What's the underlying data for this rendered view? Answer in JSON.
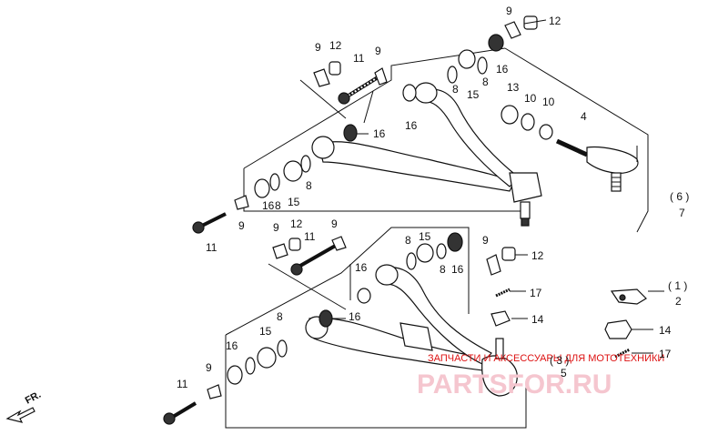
{
  "labels": {
    "l9a": "9",
    "l12a": "12",
    "l9b": "9",
    "l12b": "12",
    "l11a": "11",
    "l9c": "9",
    "l8a": "8",
    "l8b": "8",
    "l16a": "16",
    "l15a": "15",
    "l16b": "16",
    "l16c": "16",
    "l13": "13",
    "l10a": "10",
    "l10b": "10",
    "l4": "4",
    "l6": "( 6 )",
    "l7": "7",
    "l16d": "16",
    "l8c": "8",
    "l15b": "15",
    "l8d": "8",
    "l9d": "9",
    "l11b": "11",
    "l12c": "12",
    "l9e": "9",
    "l11c": "11",
    "l9f": "9",
    "l8e": "8",
    "l15c": "15",
    "l8f": "8",
    "l16e": "16",
    "l9g": "9",
    "l12d": "12",
    "l16f": "16",
    "l17a": "17",
    "l14a": "14",
    "l1": "( 1 )",
    "l2": "2",
    "l14b": "14",
    "l17b": "17",
    "l16g": "16",
    "l15d": "15",
    "l8g": "8",
    "l16h": "16",
    "l3": "( 3 )",
    "l5": "5",
    "l11d": "11",
    "l9h": "9"
  },
  "direction": "FR.",
  "watermark": {
    "caption": "ЗАПЧАСТИ И АКСЕССУАРЫ ДЛЯ МОТОТЕХНИКИ",
    "brand": "PARTSFOR.RU"
  }
}
